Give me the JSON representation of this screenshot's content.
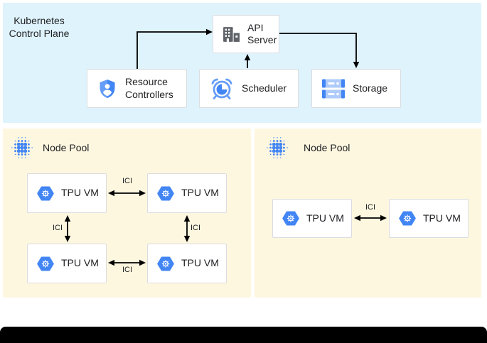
{
  "labels": {
    "ici": "ICI"
  },
  "control_plane": {
    "title": "Kubernetes Control Plane",
    "api_server": "API Server",
    "resource_controllers": "Resource Controllers",
    "scheduler": "Scheduler",
    "storage": "Storage"
  },
  "node_pools": {
    "left": {
      "label": "Node Pool",
      "vm1": "TPU VM",
      "vm2": "TPU VM",
      "vm3": "TPU VM",
      "vm4": "TPU VM"
    },
    "right": {
      "label": "Node Pool",
      "vm1": "TPU VM",
      "vm2": "TPU VM"
    }
  },
  "icons": {
    "api_server": "building-icon",
    "resource_controllers": "shield-user-icon",
    "scheduler": "alarm-clock-icon",
    "storage": "server-stack-icon",
    "tpu_vm": "tpu-hexagon-icon",
    "node_pool": "dot-cluster-icon"
  },
  "colors": {
    "control_plane_bg": "#DFF3FC",
    "node_pool_bg": "#FEF7E0",
    "box_border": "#DADCE0",
    "google_blue": "#4285F4",
    "light_blue": "#669DF6",
    "pale_blue": "#AECBFA",
    "icon_gray": "#5F6368",
    "text": "#202124",
    "arrow": "#000000",
    "bottom_bar": "#000000"
  }
}
